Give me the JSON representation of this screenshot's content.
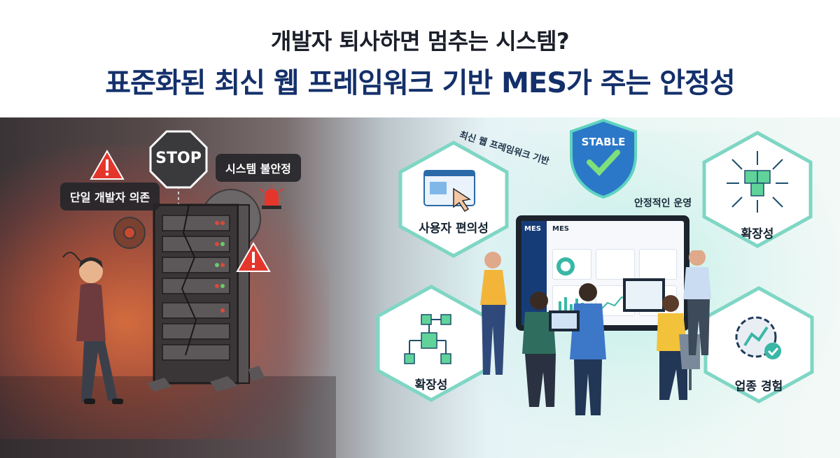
{
  "header": {
    "title_line1": "개발자 퇴사하면 멈추는 시스템?",
    "title_line2": "표준화된 최신 웹 프레임워크 기반 MES가 주는 안정성"
  },
  "left_scene": {
    "stop_sign": "STOP",
    "label_unstable": "시스템 불안정",
    "label_dependency": "단일 개발자 의존"
  },
  "right_scene": {
    "shield_text": "STABLE",
    "ribbon_text": "최신 웹 프레임워크 기반",
    "stable_ops": "안정적인 운영",
    "hex_usability": "사용자 편의성",
    "hex_scalability_top": "확장성",
    "hex_scalability_bottom": "확장성",
    "hex_experience": "업종 경험",
    "mes_sidebar_title": "MES",
    "mes_header_title": "MES"
  },
  "colors": {
    "title_dark": "#1b1f2a",
    "title_navy": "#14306b",
    "warning": "#e5362c",
    "teal": "#39b7a6",
    "shield_blue": "#2b78c8"
  },
  "icons": [
    "warning-icon",
    "stop-sign-icon",
    "gear-icon",
    "siren-icon",
    "shield-check-icon",
    "cursor-hand-icon",
    "cube-network-icon",
    "cube-flow-icon",
    "gear-chart-check-icon"
  ]
}
